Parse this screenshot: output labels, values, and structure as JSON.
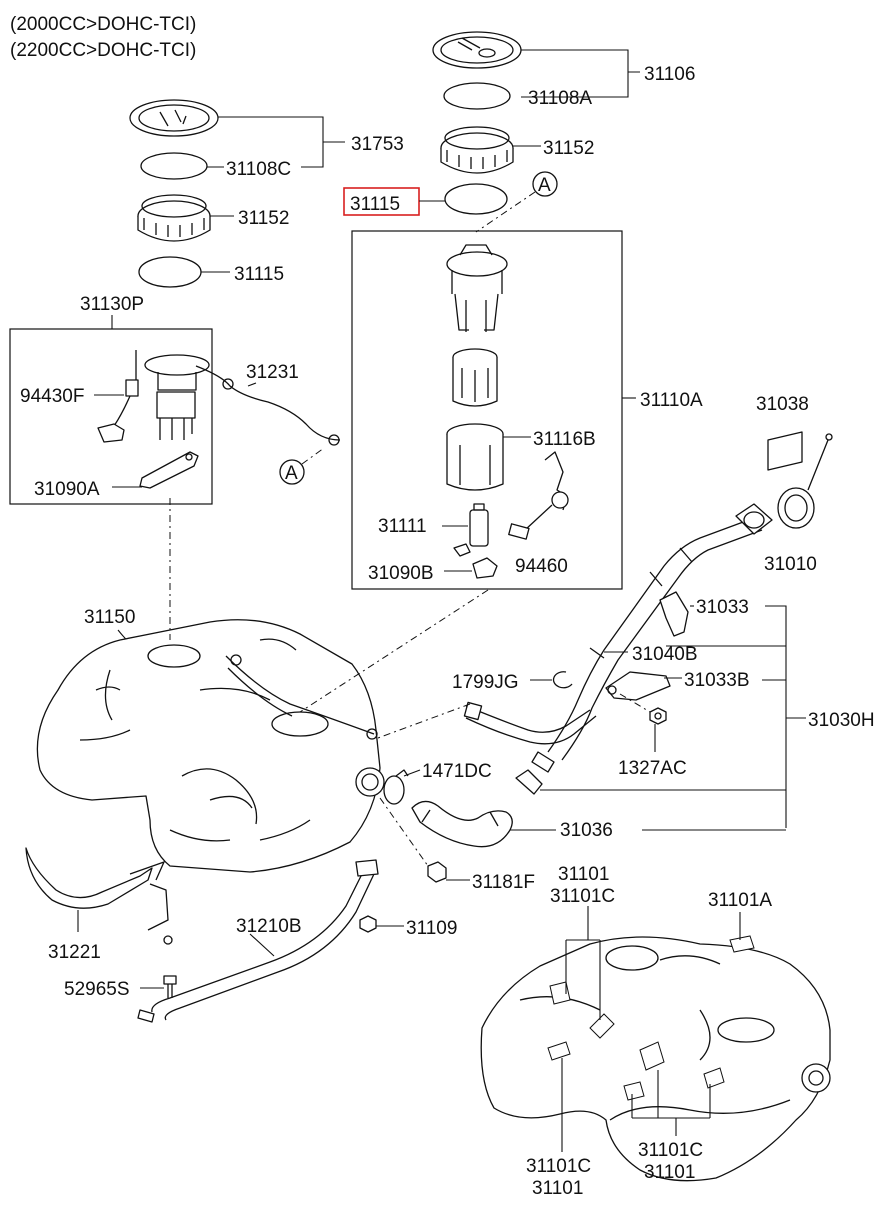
{
  "header": {
    "engine_line1": "(2000CC>DOHC-TCI)",
    "engine_line2": "(2200CC>DOHC-TCI)"
  },
  "highlight_color": "#d92020",
  "labels": {
    "p31106": "31106",
    "p31108A": "31108A",
    "p31152_top": "31152",
    "p31115_hl": "31115",
    "ref_A_top": "A",
    "p31753": "31753",
    "p31108C": "31108C",
    "p31152_left": "31152",
    "p31115_left": "31115",
    "p31130P": "31130P",
    "p94430F": "94430F",
    "p31231": "31231",
    "p31090A": "31090A",
    "ref_A_left": "A",
    "p31110A": "31110A",
    "p31116B": "31116B",
    "p31111": "31111",
    "p94460": "94460",
    "p31090B": "31090B",
    "p31038": "31038",
    "p31010": "31010",
    "p31150": "31150",
    "p31033": "31033",
    "p31040B": "31040B",
    "p1799JG": "1799JG",
    "p31033B": "31033B",
    "p31030H": "31030H",
    "p1327AC": "1327AC",
    "p1471DC": "1471DC",
    "p31036": "31036",
    "p31181F": "31181F",
    "p31221": "31221",
    "p31210B": "31210B",
    "p31109": "31109",
    "p52965S": "52965S",
    "p31101_top": "31101",
    "p31101C_top": "31101C",
    "p31101A": "31101A",
    "p31101C_bl": "31101C",
    "p31101_bl": "31101",
    "p31101C_br": "31101C",
    "p31101_br": "31101"
  }
}
